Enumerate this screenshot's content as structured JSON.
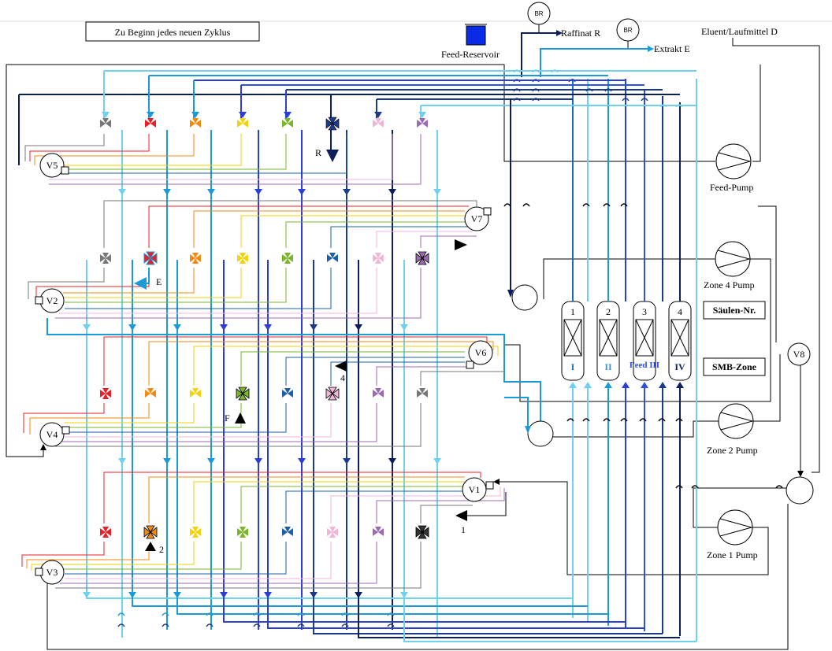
{
  "title_box": "Zu Beginn jedes neuen Zyklus",
  "labels": {
    "feed_reservoir": "Feed-Reservoir",
    "raffinate": "Raffinat R",
    "extract": "Extrakt E",
    "eluent": "Eluent/Laufmittel D",
    "br": "BR",
    "feed_pump": "Feed-Pump",
    "zone4_pump": "Zone 4 Pump",
    "zone2_pump": "Zone 2 Pump",
    "zone1_pump": "Zone 1 Pump",
    "column_nr": "Säulen-Nr.",
    "smb_zone": "SMB-Zone"
  },
  "valves": [
    "V1",
    "V2",
    "V3",
    "V4",
    "V5",
    "V6",
    "V7",
    "V8"
  ],
  "columns": [
    {
      "nr": "1",
      "zone": "I",
      "color": "#1a6fbf"
    },
    {
      "nr": "2",
      "zone": "II",
      "color": "#3c8fe6"
    },
    {
      "nr": "3",
      "zone": "Feed III",
      "color": "#3050e0"
    },
    {
      "nr": "4",
      "zone": "IV",
      "color": "#0a1f5c"
    }
  ],
  "port_labels": {
    "r": "R",
    "e": "E",
    "f": "F",
    "p4": "4",
    "p2": "2",
    "p1": "1"
  },
  "line_colors": [
    "#777777",
    "#e8202a",
    "#f08a12",
    "#f2d20a",
    "#7ab52a",
    "#1e5fa8",
    "#f0b6d8",
    "#9a6bb0"
  ],
  "main_lines": [
    "#6fd0f0",
    "#1a9ad6",
    "#1a5ec8",
    "#2b3fd8",
    "#1b3a8a",
    "#0a1f5c"
  ]
}
